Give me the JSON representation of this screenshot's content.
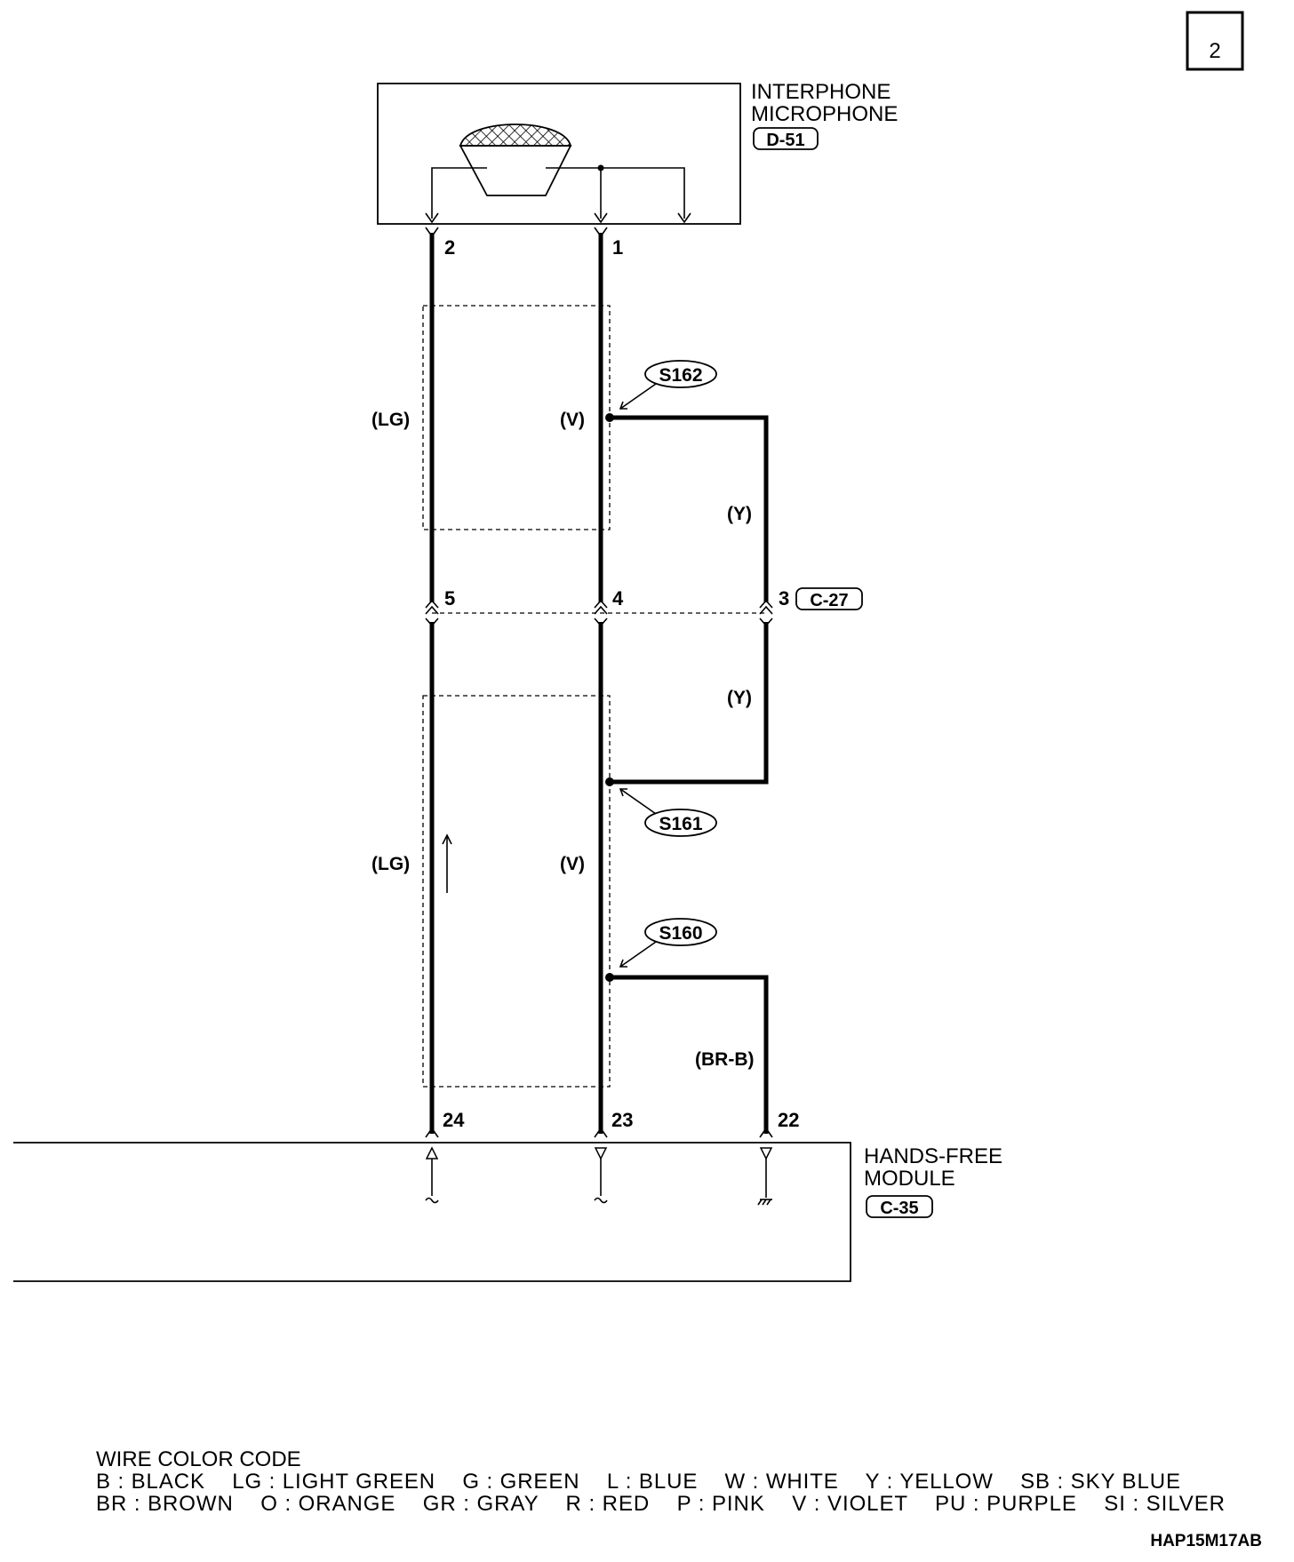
{
  "page_number": "2",
  "microphone": {
    "name_line1": "INTERPHONE",
    "name_line2": "MICROPHONE",
    "connector": "D-51",
    "pin_a": "2",
    "pin_b": "1"
  },
  "junction": {
    "connector": "C-27",
    "pin_lg": "5",
    "pin_v": "4",
    "pin_y": "3"
  },
  "wire_labels": {
    "lg_top": "(LG)",
    "v_top": "(V)",
    "y_top": "(Y)",
    "y_bottom": "(Y)",
    "lg_bottom": "(LG)",
    "v_bottom": "(V)",
    "br_b": "(BR-B)"
  },
  "splices": {
    "s162": "S162",
    "s161": "S161",
    "s160": "S160"
  },
  "module": {
    "name_line1": "HANDS-FREE",
    "name_line2": "MODULE",
    "connector": "C-35",
    "pin_lg": "24",
    "pin_v": "23",
    "pin_br": "22"
  },
  "legend": {
    "title": "WIRE COLOR CODE",
    "row1": "B : BLACK    LG : LIGHT GREEN    G : GREEN    L : BLUE    W : WHITE    Y : YELLOW    SB : SKY BLUE",
    "row2": "BR : BROWN    O : ORANGE    GR : GRAY    R : RED    P : PINK    V : VIOLET    PU : PURPLE    SI : SILVER"
  },
  "figure_code": "HAP15M17AB"
}
